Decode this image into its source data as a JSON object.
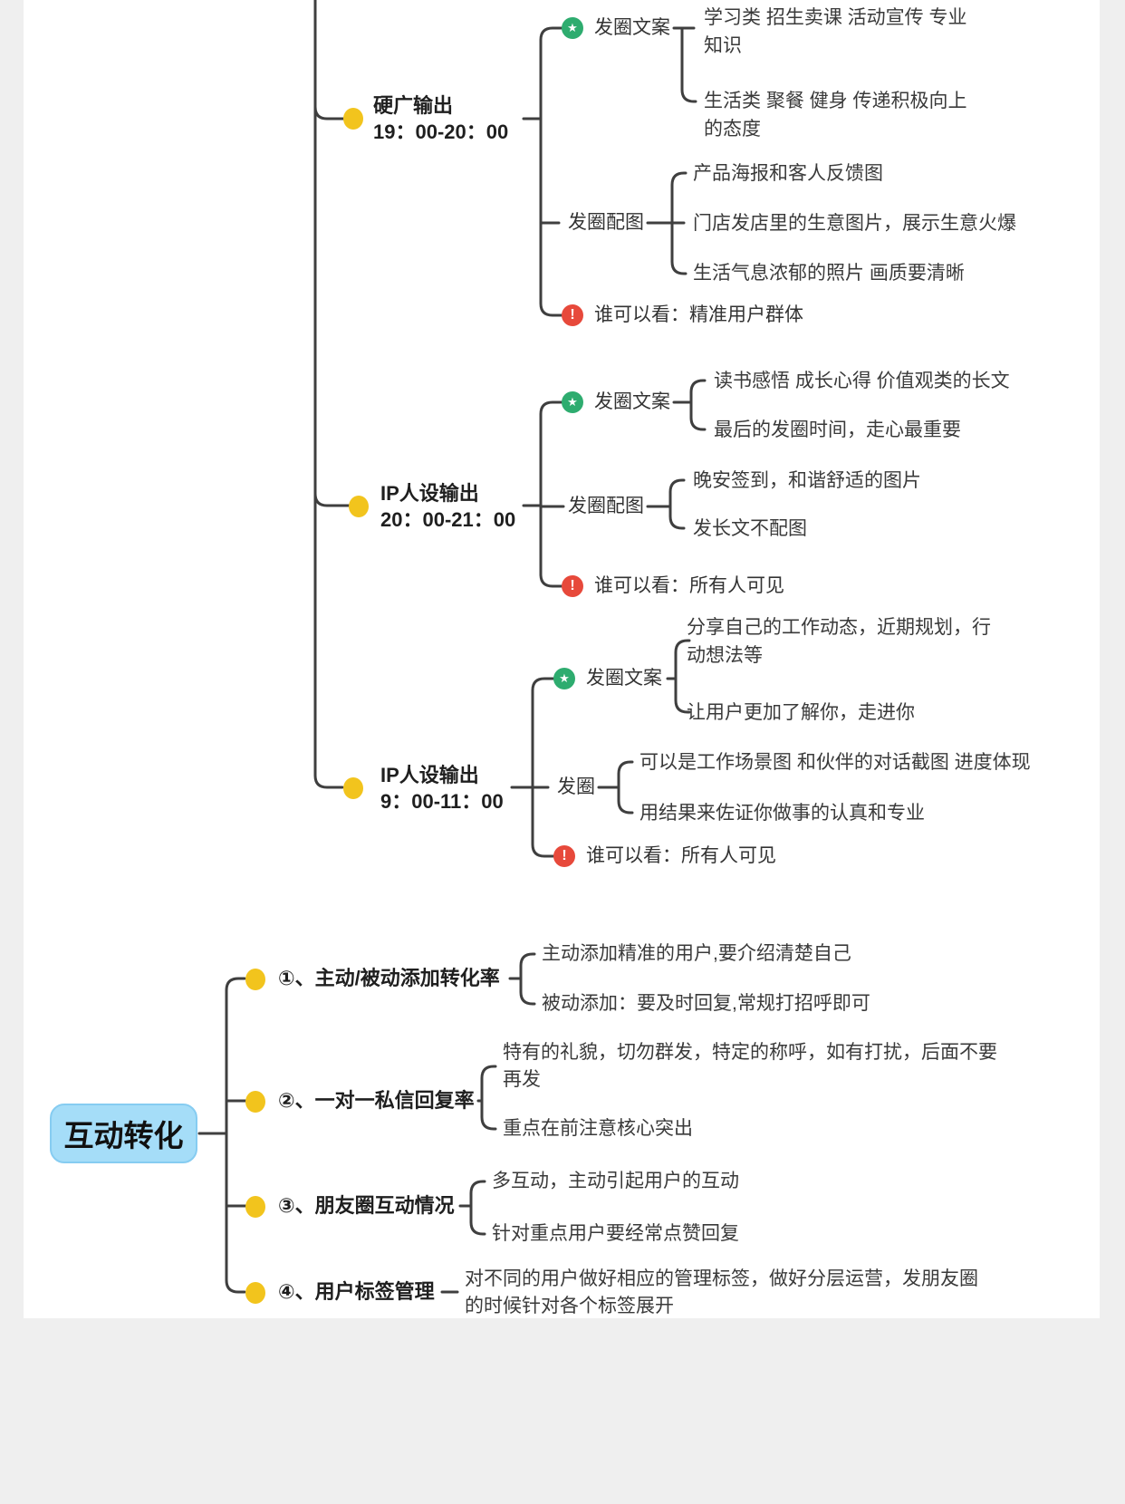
{
  "colors": {
    "line": "#3f3f3f",
    "branch_marker": "#f2c41d",
    "star_badge": "#2eac6f",
    "alert_badge": "#e7493b",
    "root_fill": "#a5ddf8",
    "page": "#ffffff",
    "backdrop": "#efefef"
  },
  "icons": {
    "star": "★",
    "alert": "!"
  },
  "top_tree": {
    "branches": [
      {
        "label": "硬广输出",
        "time": "19：00-20：00",
        "children": [
          {
            "icon": "star",
            "label": "发圈文案",
            "items": [
              "学习类 招生卖课 活动宣传 专业\n知识",
              "生活类 聚餐 健身 传递积极向上\n的态度"
            ]
          },
          {
            "label": "发圈配图",
            "items": [
              "产品海报和客人反馈图",
              "门店发店里的生意图片，展示生意火爆",
              "生活气息浓郁的照片 画质要清晰"
            ]
          },
          {
            "icon": "alert",
            "label": "谁可以看：精准用户群体",
            "items": []
          }
        ]
      },
      {
        "label": "IP人设输出",
        "time": "20：00-21：00",
        "children": [
          {
            "icon": "star",
            "label": "发圈文案",
            "items": [
              "读书感悟 成长心得 价值观类的长文",
              "最后的发圈时间，走心最重要"
            ]
          },
          {
            "label": "发圈配图",
            "items": [
              "晚安签到，和谐舒适的图片",
              "发长文不配图"
            ]
          },
          {
            "icon": "alert",
            "label": "谁可以看：所有人可见",
            "items": []
          }
        ]
      },
      {
        "label": "IP人设输出",
        "time": "9：00-11：00",
        "children": [
          {
            "icon": "star",
            "label": "发圈文案",
            "items": [
              "分享自己的工作动态，近期规划，行\n动想法等",
              "让用户更加了解你，走进你"
            ]
          },
          {
            "label": "发圈",
            "items": [
              "可以是工作场景图 和伙伴的对话截图 进度体现",
              "用结果来佐证你做事的认真和专业"
            ]
          },
          {
            "icon": "alert",
            "label": "谁可以看：所有人可见",
            "items": []
          }
        ]
      }
    ]
  },
  "bottom_tree": {
    "root": "互动转化",
    "branches": [
      {
        "label": "①、主动/被动添加转化率",
        "items": [
          "主动添加精准的用户,要介绍清楚自己",
          "被动添加：要及时回复,常规打招呼即可"
        ]
      },
      {
        "label": "②、一对一私信回复率",
        "items": [
          "特有的礼貌，切勿群发，特定的称呼，如有打扰，后面不要\n再发",
          "重点在前注意核心突出"
        ]
      },
      {
        "label": "③、朋友圈互动情况",
        "items": [
          "多互动，主动引起用户的互动",
          "针对重点用户要经常点赞回复"
        ]
      },
      {
        "label": "④、用户标签管理",
        "items": [
          "对不同的用户做好相应的管理标签，做好分层运营，发朋友圈\n的时候针对各个标签展开"
        ]
      }
    ]
  }
}
